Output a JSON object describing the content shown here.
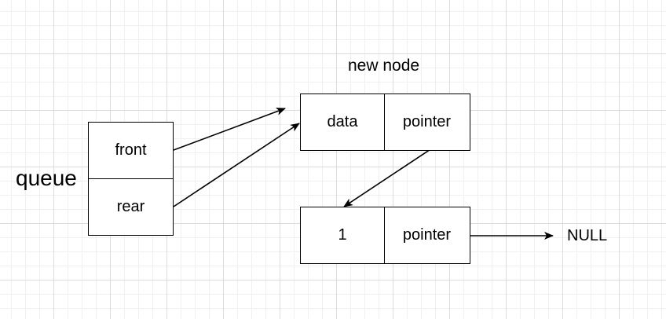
{
  "diagram": {
    "queue_label": "queue",
    "new_node_label": "new node",
    "null_label": "NULL",
    "queue_struct": {
      "front": "front",
      "rear": "rear"
    },
    "new_node": {
      "data": "data",
      "pointer": "pointer"
    },
    "existing_node": {
      "data": "1",
      "pointer": "pointer"
    }
  }
}
